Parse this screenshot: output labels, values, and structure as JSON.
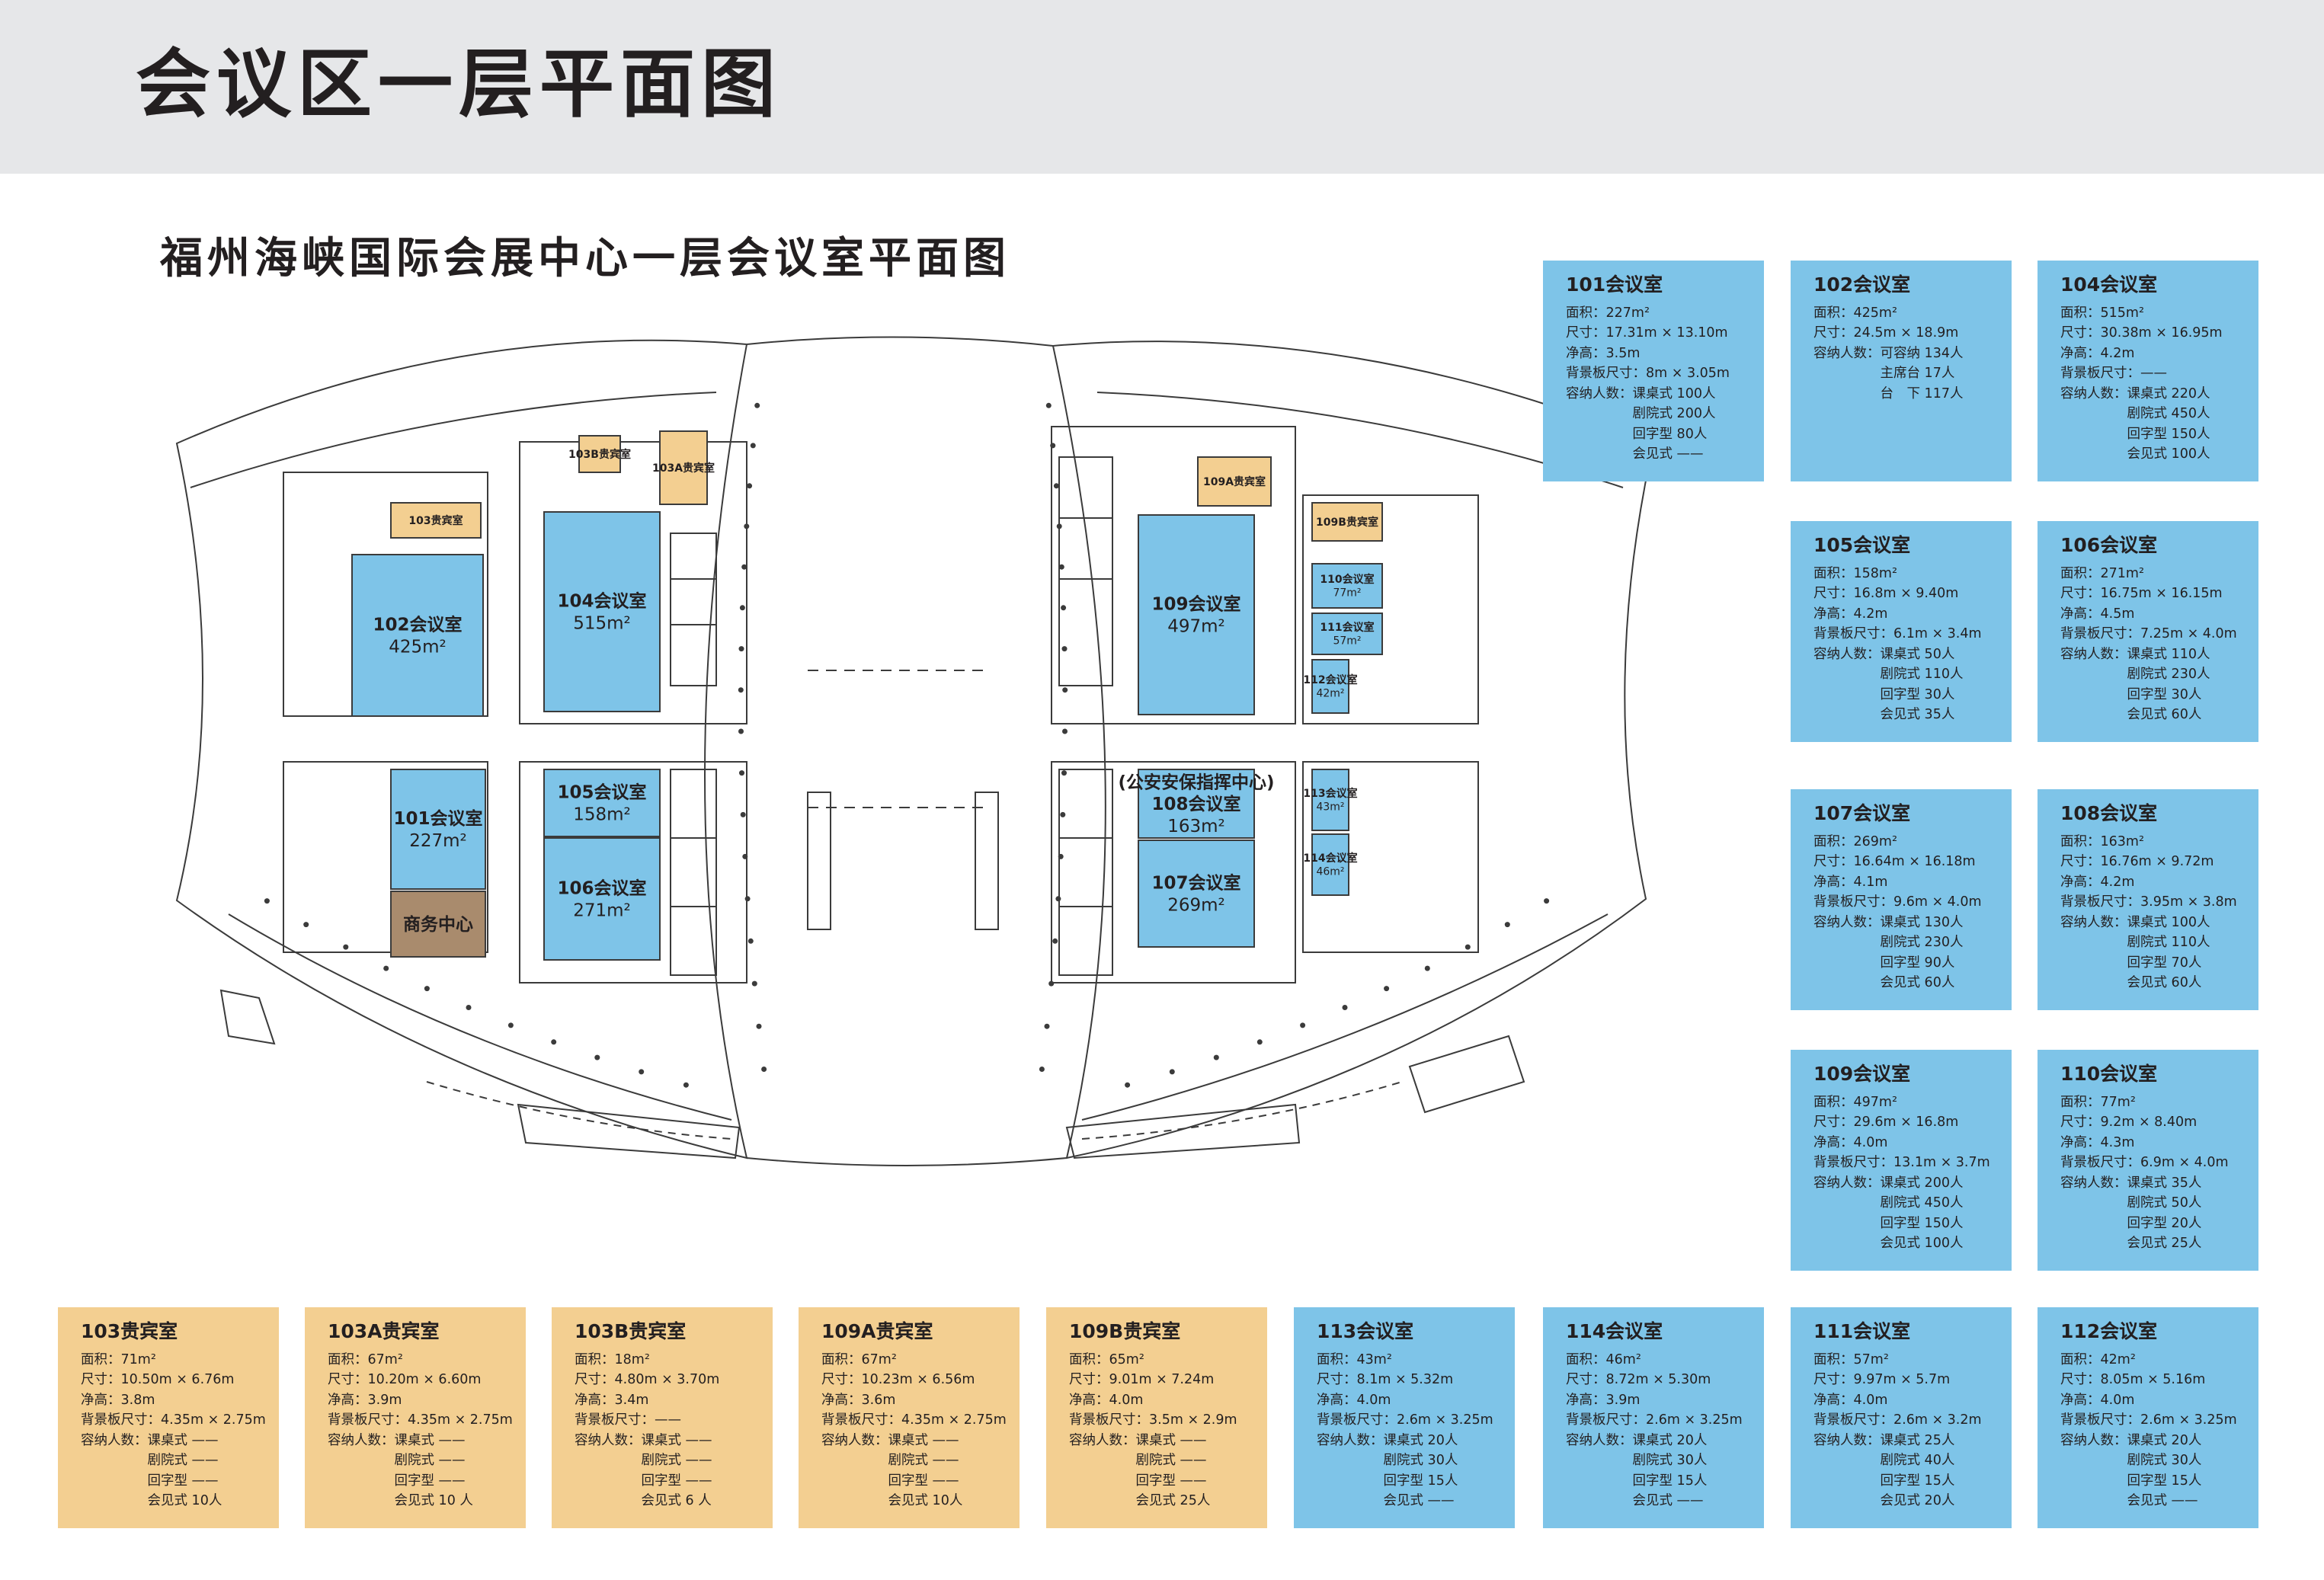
{
  "header": {
    "title": "会议区一层平面图"
  },
  "plan": {
    "subtitle": "福州海峡国际会展中心一层会议室平面图",
    "colors": {
      "meeting": "#7ec4e8",
      "vip": "#f3cf91",
      "business": "#a98b6d",
      "line": "#3b3b3b"
    },
    "rooms": [
      {
        "id": "102",
        "name": "102会议室",
        "area": "425m²",
        "kind": "meeting"
      },
      {
        "id": "104",
        "name": "104会议室",
        "area": "515m²",
        "kind": "meeting"
      },
      {
        "id": "109",
        "name": "109会议室",
        "area": "497m²",
        "kind": "meeting"
      },
      {
        "id": "101",
        "name": "101会议室",
        "area": "227m²",
        "kind": "meeting"
      },
      {
        "id": "105",
        "name": "105会议室",
        "area": "158m²",
        "kind": "meeting"
      },
      {
        "id": "106",
        "name": "106会议室",
        "area": "271m²",
        "kind": "meeting"
      },
      {
        "id": "108",
        "name": "108会议室",
        "area": "163m²",
        "note": "(公安安保指挥中心)",
        "kind": "meeting"
      },
      {
        "id": "107",
        "name": "107会议室",
        "area": "269m²",
        "kind": "meeting"
      },
      {
        "id": "110",
        "name": "110会议室",
        "area": "77m²",
        "kind": "meeting"
      },
      {
        "id": "111",
        "name": "111会议室",
        "area": "57m²",
        "kind": "meeting"
      },
      {
        "id": "112",
        "name": "112会议室",
        "area": "42m²",
        "kind": "meeting"
      },
      {
        "id": "113",
        "name": "113会议室",
        "area": "43m²",
        "kind": "meeting"
      },
      {
        "id": "114",
        "name": "114会议室",
        "area": "46m²",
        "kind": "meeting"
      },
      {
        "id": "103",
        "name": "103贵宾室",
        "area": "",
        "kind": "vip"
      },
      {
        "id": "103a",
        "name": "103A贵宾室",
        "area": "",
        "kind": "vip"
      },
      {
        "id": "103b",
        "name": "103B贵宾室",
        "area": "",
        "kind": "vip"
      },
      {
        "id": "109a",
        "name": "109A贵宾室",
        "area": "",
        "kind": "vip"
      },
      {
        "id": "109b",
        "name": "109B贵宾室",
        "area": "",
        "kind": "vip"
      },
      {
        "id": "biz",
        "name": "商务中心",
        "area": "",
        "kind": "business"
      }
    ]
  },
  "cards": [
    {
      "id": "101",
      "color": "blue",
      "name": "101会议室",
      "lines": [
        "面积：227m²",
        "尺寸：17.31m × 13.10m",
        "净高：3.5m",
        "背景板尺寸：8m × 3.05m",
        "容纳人数：课桌式 100人",
        "　　　　　剧院式 200人",
        "　　　　　回字型 80人",
        "　　　　　会见式 ——"
      ]
    },
    {
      "id": "102",
      "color": "blue",
      "name": "102会议室",
      "lines": [
        "面积：425m²",
        "尺寸：24.5m × 18.9m",
        "容纳人数：可容纳 134人",
        "　　　　　主席台 17人",
        "　　　　　台　下 117人"
      ]
    },
    {
      "id": "104",
      "color": "blue",
      "name": "104会议室",
      "lines": [
        "面积：515m²",
        "尺寸：30.38m × 16.95m",
        "净高：4.2m",
        "背景板尺寸：——",
        "容纳人数：课桌式 220人",
        "　　　　　剧院式 450人",
        "　　　　　回字型 150人",
        "　　　　　会见式 100人"
      ]
    },
    {
      "id": "105",
      "color": "blue",
      "name": "105会议室",
      "lines": [
        "面积：158m²",
        "尺寸：16.8m × 9.40m",
        "净高：4.2m",
        "背景板尺寸：6.1m × 3.4m",
        "容纳人数：课桌式 50人",
        "　　　　　剧院式 110人",
        "　　　　　回字型 30人",
        "　　　　　会见式 35人"
      ]
    },
    {
      "id": "106",
      "color": "blue",
      "name": "106会议室",
      "lines": [
        "面积：271m²",
        "尺寸：16.75m × 16.15m",
        "净高：4.5m",
        "背景板尺寸：7.25m × 4.0m",
        "容纳人数：课桌式 110人",
        "　　　　　剧院式 230人",
        "　　　　　回字型 30人",
        "　　　　　会见式 60人"
      ]
    },
    {
      "id": "107",
      "color": "blue",
      "name": "107会议室",
      "lines": [
        "面积：269m²",
        "尺寸：16.64m × 16.18m",
        "净高：4.1m",
        "背景板尺寸：9.6m × 4.0m",
        "容纳人数：课桌式 130人",
        "　　　　　剧院式 230人",
        "　　　　　回字型 90人",
        "　　　　　会见式 60人"
      ]
    },
    {
      "id": "108",
      "color": "blue",
      "name": "108会议室",
      "lines": [
        "面积：163m²",
        "尺寸：16.76m × 9.72m",
        "净高：4.2m",
        "背景板尺寸：3.95m × 3.8m",
        "容纳人数：课桌式 100人",
        "　　　　　剧院式 110人",
        "　　　　　回字型 70人",
        "　　　　　会见式 60人"
      ]
    },
    {
      "id": "109",
      "color": "blue",
      "name": "109会议室",
      "lines": [
        "面积：497m²",
        "尺寸：29.6m × 16.8m",
        "净高：4.0m",
        "背景板尺寸：13.1m × 3.7m",
        "容纳人数：课桌式 200人",
        "　　　　　剧院式 450人",
        "　　　　　回字型 150人",
        "　　　　　会见式 100人"
      ]
    },
    {
      "id": "110",
      "color": "blue",
      "name": "110会议室",
      "lines": [
        "面积：77m²",
        "尺寸：9.2m × 8.40m",
        "净高：4.3m",
        "背景板尺寸：6.9m × 4.0m",
        "容纳人数：课桌式 35人",
        "　　　　　剧院式 50人",
        "　　　　　回字型 20人",
        "　　　　　会见式 25人"
      ]
    },
    {
      "id": "103",
      "color": "orange",
      "name": "103贵宾室",
      "lines": [
        "面积：71m²",
        "尺寸：10.50m × 6.76m",
        "净高：3.8m",
        "背景板尺寸：4.35m × 2.75m",
        "容纳人数：课桌式 ——",
        "　　　　　剧院式 ——",
        "　　　　　回字型 ——",
        "　　　　　会见式 10人"
      ]
    },
    {
      "id": "103a",
      "color": "orange",
      "name": "103A贵宾室",
      "lines": [
        "面积：67m²",
        "尺寸：10.20m × 6.60m",
        "净高：3.9m",
        "背景板尺寸：4.35m × 2.75m",
        "容纳人数：课桌式 ——",
        "　　　　　剧院式 ——",
        "　　　　　回字型 ——",
        "　　　　　会见式 10 人"
      ]
    },
    {
      "id": "103b",
      "color": "orange",
      "name": "103B贵宾室",
      "lines": [
        "面积：18m²",
        "尺寸：4.80m × 3.70m",
        "净高：3.4m",
        "背景板尺寸：——",
        "容纳人数：课桌式 ——",
        "　　　　　剧院式 ——",
        "　　　　　回字型 ——",
        "　　　　　会见式 6 人"
      ]
    },
    {
      "id": "109a",
      "color": "orange",
      "name": "109A贵宾室",
      "lines": [
        "面积：67m²",
        "尺寸：10.23m × 6.56m",
        "净高：3.6m",
        "背景板尺寸：4.35m × 2.75m",
        "容纳人数：课桌式 ——",
        "　　　　　剧院式 ——",
        "　　　　　回字型 ——",
        "　　　　　会见式 10人"
      ]
    },
    {
      "id": "109b",
      "color": "orange",
      "name": "109B贵宾室",
      "lines": [
        "面积：65m²",
        "尺寸：9.01m × 7.24m",
        "净高：4.0m",
        "背景板尺寸：3.5m × 2.9m",
        "容纳人数：课桌式 ——",
        "　　　　　剧院式 ——",
        "　　　　　回字型 ——",
        "　　　　　会见式 25人"
      ]
    },
    {
      "id": "113",
      "color": "blue",
      "name": "113会议室",
      "lines": [
        "面积：43m²",
        "尺寸：8.1m × 5.32m",
        "净高：4.0m",
        "背景板尺寸：2.6m × 3.25m",
        "容纳人数：课桌式 20人",
        "　　　　　剧院式 30人",
        "　　　　　回字型 15人",
        "　　　　　会见式 ——"
      ]
    },
    {
      "id": "114",
      "color": "blue",
      "name": "114会议室",
      "lines": [
        "面积：46m²",
        "尺寸：8.72m × 5.30m",
        "净高：3.9m",
        "背景板尺寸：2.6m × 3.25m",
        "容纳人数：课桌式 20人",
        "　　　　　剧院式 30人",
        "　　　　　回字型 15人",
        "　　　　　会见式 ——"
      ]
    },
    {
      "id": "111",
      "color": "blue",
      "name": "111会议室",
      "lines": [
        "面积：57m²",
        "尺寸：9.97m × 5.7m",
        "净高：4.0m",
        "背景板尺寸：2.6m × 3.2m",
        "容纳人数：课桌式 25人",
        "　　　　　剧院式 40人",
        "　　　　　回字型 15人",
        "　　　　　会见式 20人"
      ]
    },
    {
      "id": "112",
      "color": "blue",
      "name": "112会议室",
      "lines": [
        "面积：42m²",
        "尺寸：8.05m × 5.16m",
        "净高：4.0m",
        "背景板尺寸：2.6m × 3.25m",
        "容纳人数：课桌式 20人",
        "　　　　　剧院式 30人",
        "　　　　　回字型 15人",
        "　　　　　会见式 ——"
      ]
    }
  ]
}
